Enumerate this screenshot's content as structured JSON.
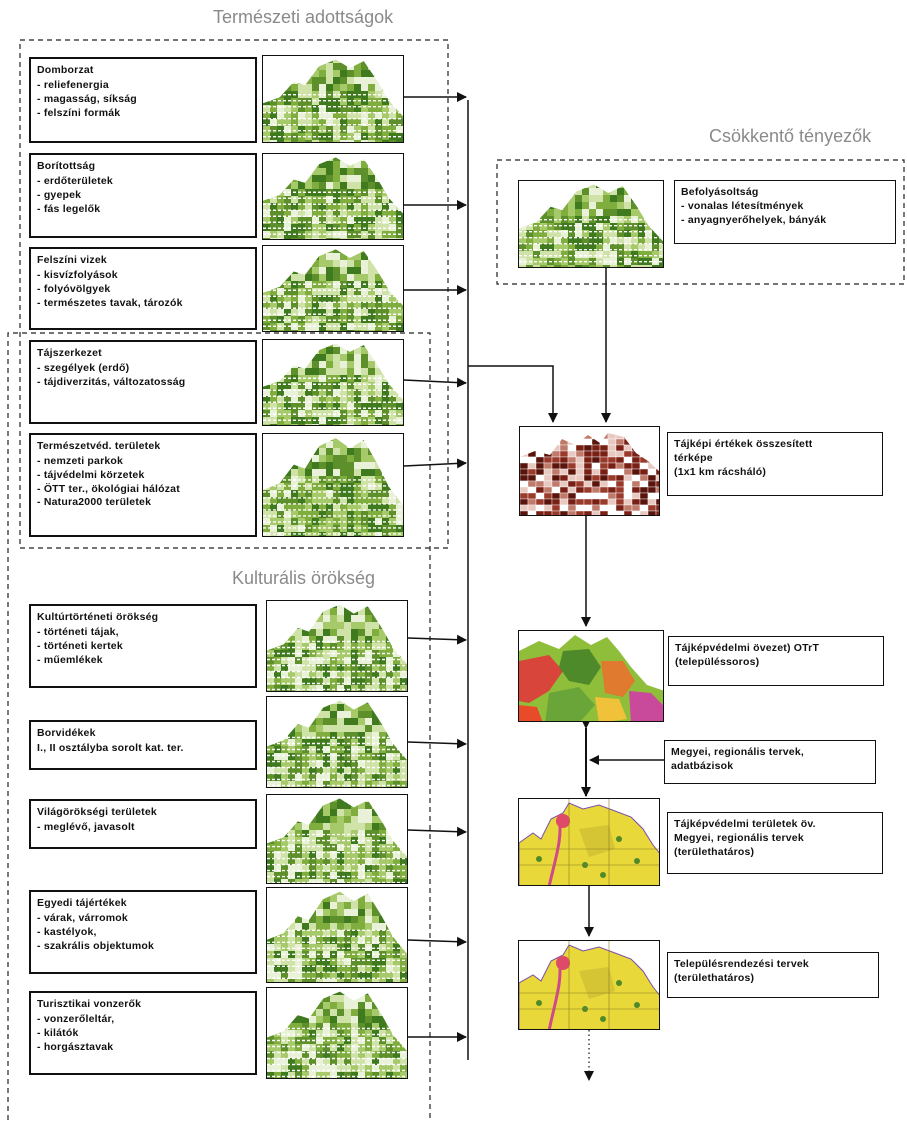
{
  "sections": {
    "natural": "Természeti adottságok",
    "reducing": "Csökkentő tényezők",
    "cultural": "Kulturális örökség"
  },
  "left_items": [
    {
      "title": "Domborzat",
      "items": [
        "- reliefenergia",
        "- magasság, síkság",
        "- felszíni formák"
      ]
    },
    {
      "title": "Borítottság",
      "items": [
        "- erdőterületek",
        "- gyepek",
        "- fás legelők"
      ]
    },
    {
      "title": "Felszíni vizek",
      "items": [
        "- kisvízfolyások",
        "- folyóvölgyek",
        "- természetes tavak, tározók"
      ]
    },
    {
      "title": "Tájszerkezet",
      "items": [
        "- szegélyek (erdő)",
        "- tájdiverzitás, változatosság"
      ]
    },
    {
      "title": "Természetvéd. területek",
      "items": [
        "- nemzeti parkok",
        "- tájvédelmi körzetek",
        "- ÖTT ter., ökológiai hálózat",
        "- Natura2000 területek"
      ]
    },
    {
      "title": "Kultúrtörténeti örökség",
      "items": [
        "- történeti tájak,",
        "- történeti kertek",
        "- műemlékek"
      ]
    },
    {
      "title": "Borvidékek",
      "items": [
        "I., II osztályba sorolt kat. ter."
      ]
    },
    {
      "title": "Világörökségi területek",
      "items": [
        "- meglévő, javasolt"
      ]
    },
    {
      "title": "Egyedi tájértékek",
      "items": [
        "- várak, várromok",
        "- kastélyok,",
        "- szakrális objektumok"
      ]
    },
    {
      "title": "Turisztikai vonzerők",
      "items": [
        "- vonzerőleltár,",
        "- kilátók",
        "- horgásztavak"
      ]
    }
  ],
  "reducing_box": {
    "title": "Befolyásoltság",
    "items": [
      "- vonalas létesítmények",
      "- anyagnyerőhelyek, bányák"
    ]
  },
  "right_chain": {
    "summary": [
      "Tájképi értékek összesített",
      "térképe",
      "(1x1 km rácsháló)"
    ],
    "zone": [
      "Tájképvédelmi övezet) OTrT",
      "(településsoros)"
    ],
    "county_input": [
      "Megyei, regionális tervek,",
      "adatbázisok"
    ],
    "protected": [
      "Tájképvédelmi területek öv.",
      "Megyei, regionális tervek",
      "(területhatáros)"
    ],
    "settlement": [
      "Településrendezési tervek",
      "(területhatáros)"
    ]
  },
  "colors": {
    "line": "#111111",
    "dashed": "#222222",
    "title_gray": "#8a8a8a",
    "map_green": "#5d8f2a",
    "map_brown": "#7a1f14",
    "map_yellow": "#e8d83a"
  }
}
